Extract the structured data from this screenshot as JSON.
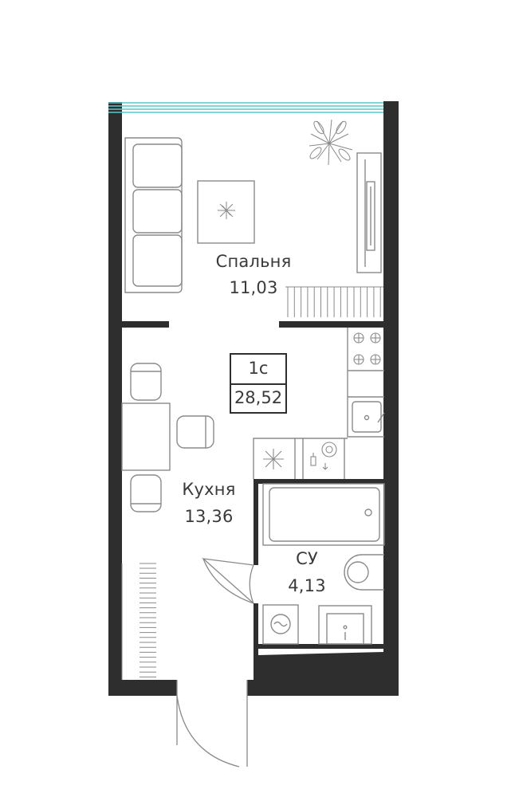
{
  "plan": {
    "unit": {
      "type_label": "1с",
      "total_area": "28,52"
    },
    "rooms": {
      "bedroom": {
        "name": "Спальня",
        "area": "11,03"
      },
      "kitchen": {
        "name": "Кухня",
        "area": "13,36"
      },
      "bathroom": {
        "name": "СУ",
        "area": "4,13"
      }
    },
    "colors": {
      "wall": "#2e2e2e",
      "furniture_line": "#8a8a8a",
      "window": "#5bc7c9"
    }
  }
}
